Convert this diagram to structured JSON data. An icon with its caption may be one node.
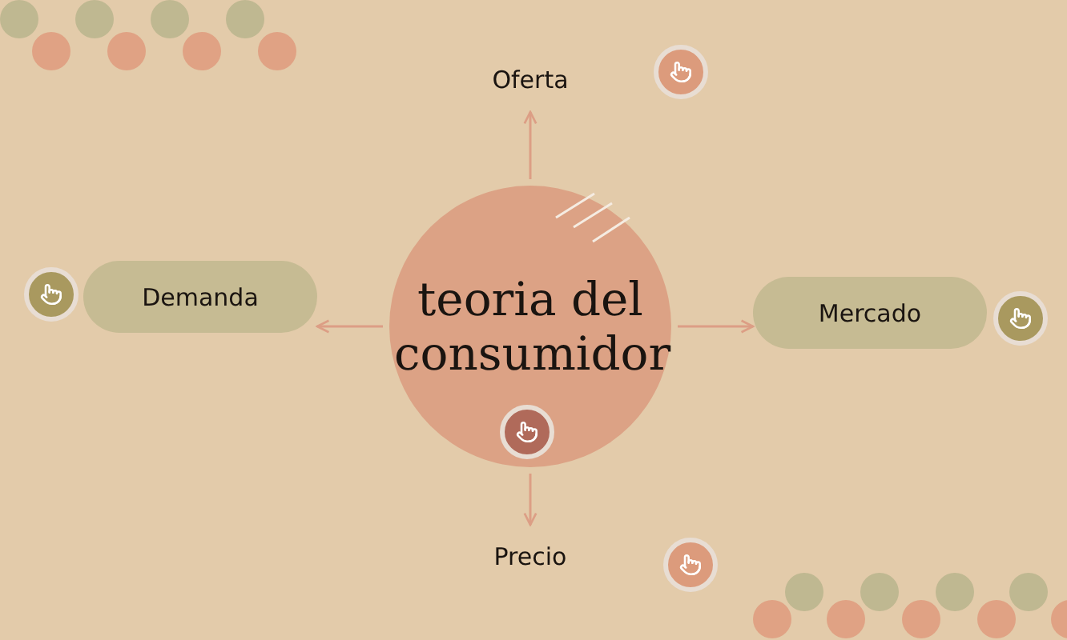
{
  "diagram": {
    "nodes": [
      {
        "text": [
          "teoria del consumidor"
        ]
      },
      {
        "text": [
          "Oferta"
        ]
      },
      {
        "text": [
          "Demanda"
        ]
      },
      {
        "text": [
          "Mercado"
        ]
      },
      {
        "text": [
          "Precio"
        ]
      }
    ],
    "edges": [
      {
        "from": 0,
        "to": 1,
        "arrow": "to"
      },
      {
        "from": 0,
        "to": 2,
        "arrow": "to"
      },
      {
        "from": 0,
        "to": 3,
        "arrow": "to"
      },
      {
        "from": 0,
        "to": 4,
        "arrow": "to"
      }
    ]
  }
}
